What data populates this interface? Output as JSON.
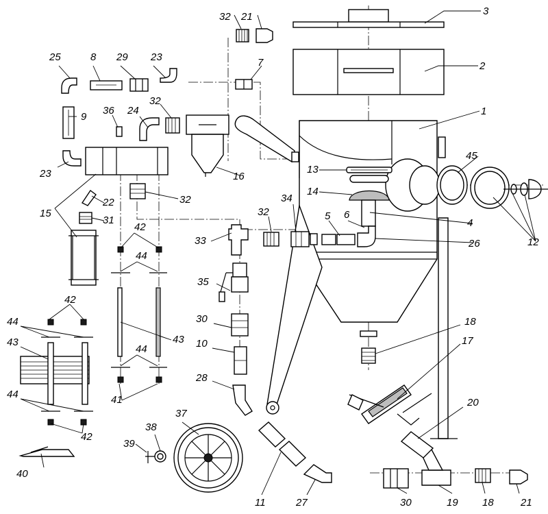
{
  "labels": {
    "l1": "1",
    "l2": "2",
    "l3": "3",
    "l4": "4",
    "l5": "5",
    "l6": "6",
    "l7": "7",
    "l8": "8",
    "l9": "9",
    "l10": "10",
    "l11": "11",
    "l12": "12",
    "l13": "13",
    "l14": "14",
    "l15": "15",
    "l16": "16",
    "l17": "17",
    "l18a": "18",
    "l18b": "18",
    "l19": "19",
    "l20": "20",
    "l21a": "21",
    "l21b": "21",
    "l22": "22",
    "l23a": "23",
    "l23b": "23",
    "l24": "24",
    "l25": "25",
    "l26": "26",
    "l27": "27",
    "l28": "28",
    "l29": "29",
    "l30a": "30",
    "l30b": "30",
    "l31": "31",
    "l32a": "32",
    "l32b": "32",
    "l32c": "32",
    "l32d": "32",
    "l33": "33",
    "l34": "34",
    "l35": "35",
    "l36": "36",
    "l37": "37",
    "l38": "38",
    "l39": "39",
    "l40": "40",
    "l41": "41",
    "l42a": "42",
    "l42b": "42",
    "l42c": "42",
    "l43a": "43",
    "l43b": "43",
    "l44a": "44",
    "l44b": "44",
    "l44c": "44",
    "l44d": "44",
    "l45": "45"
  },
  "colors": {
    "line": "#000000",
    "background": "#ffffff",
    "shade": "#bdbdbd"
  }
}
